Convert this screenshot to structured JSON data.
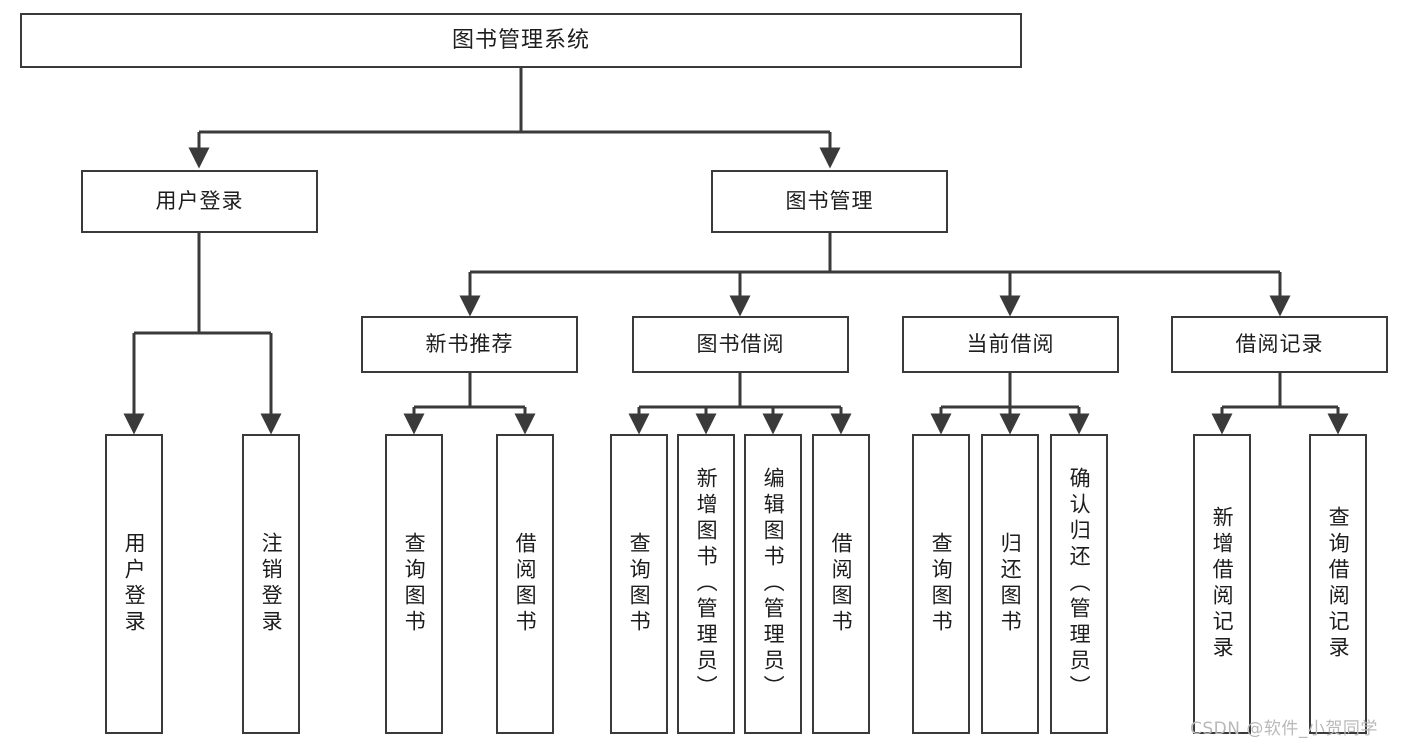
{
  "diagram": {
    "type": "tree",
    "title": "图书管理系统",
    "root": {
      "label": "图书管理系统"
    },
    "level2": [
      {
        "label": "用户登录"
      },
      {
        "label": "图书管理"
      }
    ],
    "level3": [
      {
        "label": "新书推荐"
      },
      {
        "label": "图书借阅"
      },
      {
        "label": "当前借阅"
      },
      {
        "label": "借阅记录"
      }
    ],
    "leaves": {
      "user_login": [
        {
          "label": "用户登录"
        },
        {
          "label": "注销登录"
        }
      ],
      "new_book_recommend": [
        {
          "label": "查询图书"
        },
        {
          "label": "借阅图书"
        }
      ],
      "book_borrow": [
        {
          "label": "查询图书"
        },
        {
          "label": "新增图书（管理员）"
        },
        {
          "label": "编辑图书（管理员）"
        },
        {
          "label": "借阅图书"
        }
      ],
      "current_borrow": [
        {
          "label": "查询图书"
        },
        {
          "label": "归还图书"
        },
        {
          "label": "确认归还（管理员）"
        }
      ],
      "borrow_record": [
        {
          "label": "新增借阅记录"
        },
        {
          "label": "查询借阅记录"
        }
      ]
    },
    "watermark": "CSDN @软件_小贺同学",
    "colors": {
      "box_border": "#3a3a3a",
      "box_fill": "#ffffff",
      "edge": "#3a3a3a",
      "text": "#1d1d1d",
      "watermark": "#b9b9b9",
      "background": "#ffffff"
    }
  }
}
